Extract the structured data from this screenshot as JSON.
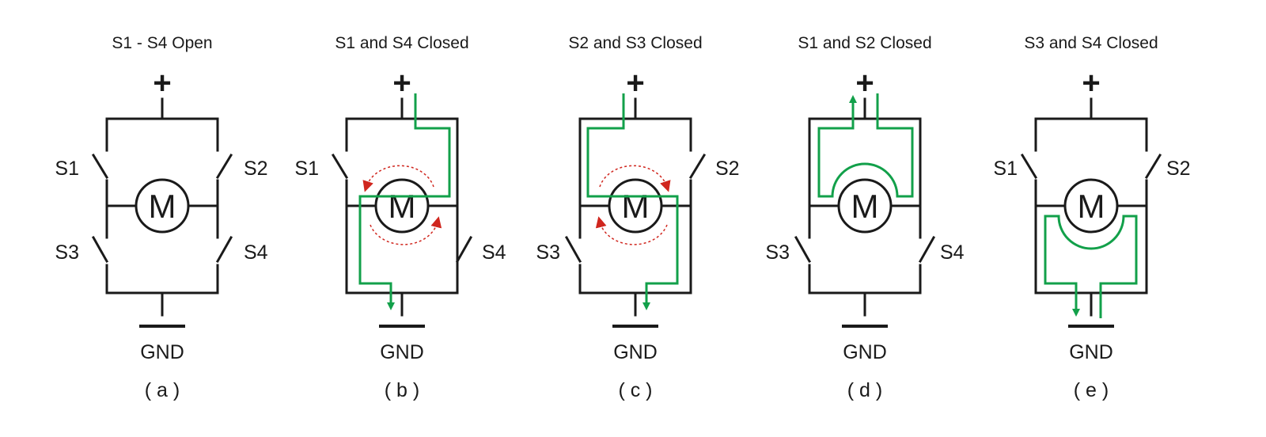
{
  "panels": [
    {
      "id": "a",
      "title": "S1 - S4 Open",
      "caption": "( a )",
      "plus": "+",
      "gnd": "GND",
      "motor": "M",
      "switches": {
        "s1": "S1",
        "s2": "S2",
        "s3": "S3",
        "s4": "S4"
      }
    },
    {
      "id": "b",
      "title": "S1 and S4 Closed",
      "caption": "( b )",
      "plus": "+",
      "gnd": "GND",
      "motor": "M",
      "switches": {
        "s1": "S1",
        "s2": "",
        "s3": "",
        "s4": "S4"
      }
    },
    {
      "id": "c",
      "title": "S2 and S3 Closed",
      "caption": "( c )",
      "plus": "+",
      "gnd": "GND",
      "motor": "M",
      "switches": {
        "s1": "",
        "s2": "S2",
        "s3": "S3",
        "s4": ""
      }
    },
    {
      "id": "d",
      "title": "S1 and S2 Closed",
      "caption": "( d )",
      "plus": "+",
      "gnd": "GND",
      "motor": "M",
      "switches": {
        "s1": "",
        "s2": "",
        "s3": "S3",
        "s4": "S4"
      }
    },
    {
      "id": "e",
      "title": "S3 and S4 Closed",
      "caption": "( e )",
      "plus": "+",
      "gnd": "GND",
      "motor": "M",
      "switches": {
        "s1": "S1",
        "s2": "S2",
        "s3": "",
        "s4": ""
      }
    }
  ],
  "colors": {
    "wire": "#1a1a1a",
    "current_path": "#12a04a",
    "rotation": "#d0261e"
  }
}
